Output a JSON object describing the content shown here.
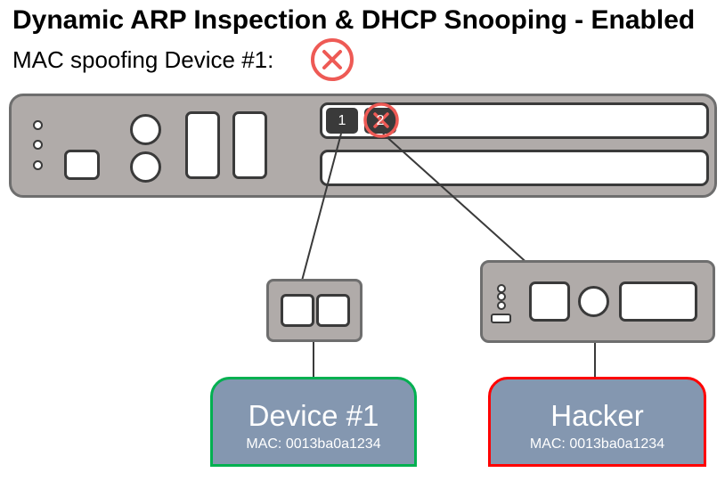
{
  "title": "Dynamic ARP Inspection & DHCP Snooping - Enabled",
  "subtitle": "MAC spoofing Device #1:",
  "status_icon": "blocked-x-icon",
  "switch": {
    "ports": [
      "1",
      "2"
    ],
    "blocked_port": "2"
  },
  "devices": [
    {
      "name": "Device #1",
      "mac": "MAC: 0013ba0a1234",
      "border_color": "#00b050"
    },
    {
      "name": "Hacker",
      "mac": "MAC: 0013ba0a1234",
      "border_color": "#ff0000"
    }
  ],
  "colors": {
    "block": "#ee5a55",
    "device_fill": "#8497b0"
  }
}
